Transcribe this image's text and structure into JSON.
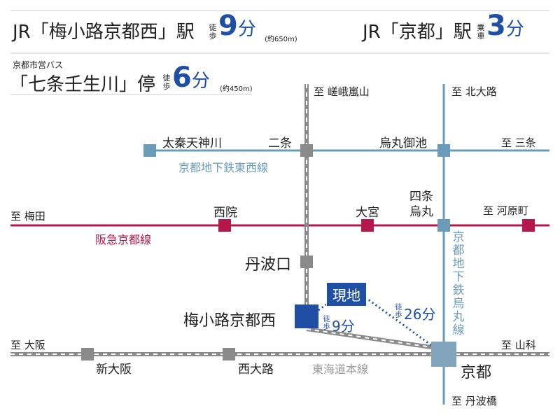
{
  "header": {
    "jr1_station": "JR「梅小路京都西」駅",
    "jr1_walk_label": [
      "徒",
      "歩"
    ],
    "jr1_minutes": "9",
    "jr1_unit": "分",
    "jr1_distance": "(約650m)",
    "jr2_station": "JR「京都」駅",
    "jr2_ride_label": [
      "乗",
      "車"
    ],
    "jr2_minutes": "3",
    "jr2_unit": "分",
    "bus_caption": "京都市営バス",
    "bus_stop": "「七条壬生川」停",
    "bus_walk_label": [
      "徒",
      "歩"
    ],
    "bus_minutes": "6",
    "bus_unit": "分",
    "bus_distance": "(約450m)"
  },
  "map": {
    "colors": {
      "tozai": "#6a9bb8",
      "karasuma": "#6a9bb8",
      "hankyu": "#b4174a",
      "jr": "#8a8a8a",
      "current": "#1e4fa5"
    },
    "directions": {
      "to_saga": "至 嵯峨嵐山",
      "to_kitaoji": "至 北大路",
      "to_sanjo": "至 三条",
      "to_umeda": "至 梅田",
      "to_kawaramachi": "至 河原町",
      "to_osaka": "至 大阪",
      "to_yamashina": "至 山科",
      "to_tanbabashi": "至 丹波橋"
    },
    "stations": {
      "uzumasa": "太秦天神川",
      "nijo": "二条",
      "karasuma_oike": "烏丸御池",
      "saiin": "西院",
      "omiya": "大宮",
      "shijo_karasuma": "四条\n烏丸",
      "tanbaguchi": "丹波口",
      "umekoji": "梅小路京都西",
      "shin_osaka": "新大阪",
      "nishioji": "西大路",
      "kyoto": "京都"
    },
    "lines": {
      "tozai": "京都地下鉄東西線",
      "hankyu": "阪急京都線",
      "tokaido": "東海道本線",
      "karasuma": "京都地下鉄烏丸線"
    },
    "current": {
      "label": "現地",
      "walk1_label": [
        "徒",
        "歩"
      ],
      "walk1_value": "9分",
      "walk2_label": [
        "徒",
        "歩"
      ],
      "walk2_value": "26分"
    }
  }
}
